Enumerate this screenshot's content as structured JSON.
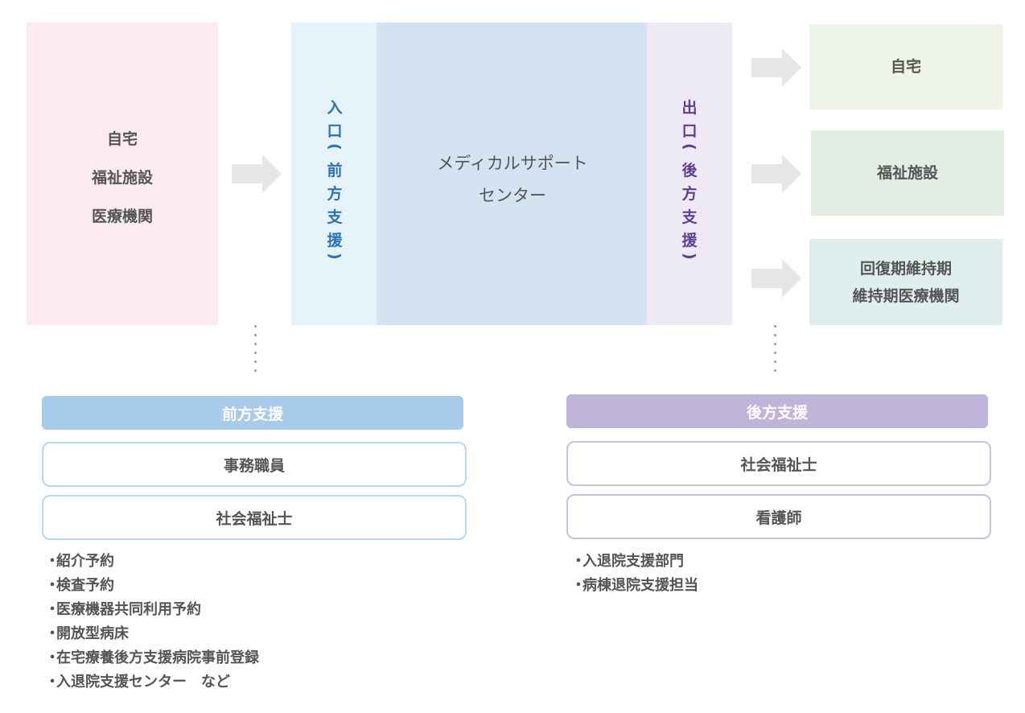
{
  "source": {
    "items": [
      "自宅",
      "福祉施設",
      "医療機関"
    ]
  },
  "entry": {
    "chars": [
      "入",
      "口",
      "(",
      "前",
      "方",
      "支",
      "援",
      ")"
    ]
  },
  "center": {
    "line1": "メディカルサポート",
    "line2": "センター"
  },
  "exit": {
    "chars": [
      "出",
      "口",
      "(",
      "後",
      "方",
      "支",
      "援",
      ")"
    ]
  },
  "destinations": {
    "home": "自宅",
    "welfare": "福祉施設",
    "rehab_line1": "回復期維持期",
    "rehab_line2": "維持期医療機関"
  },
  "front_support": {
    "title": "前方支援",
    "roles": [
      "事務職員",
      "社会福祉士"
    ],
    "items": [
      "紹介予約",
      "検査予約",
      "医療機器共同利用予約",
      "開放型病床",
      "在宅療養後方支援病院事前登録",
      "入退院支援センター　など"
    ]
  },
  "back_support": {
    "title": "後方支援",
    "roles": [
      "社会福祉士",
      "看護師"
    ],
    "items": [
      "入退院支援部門",
      "病棟退院支援担当"
    ]
  },
  "colors": {
    "source_bg": "#fcebf0",
    "entry_bg": "#e6f3fb",
    "center_bg": "#d4e3f2",
    "exit_bg": "#eeeaf5",
    "entry_text": "#2a72b5",
    "exit_text": "#5e3f8f",
    "front_header": "#a8cbec",
    "back_header": "#c0b5d9",
    "arrow": "#e6e6e6"
  }
}
